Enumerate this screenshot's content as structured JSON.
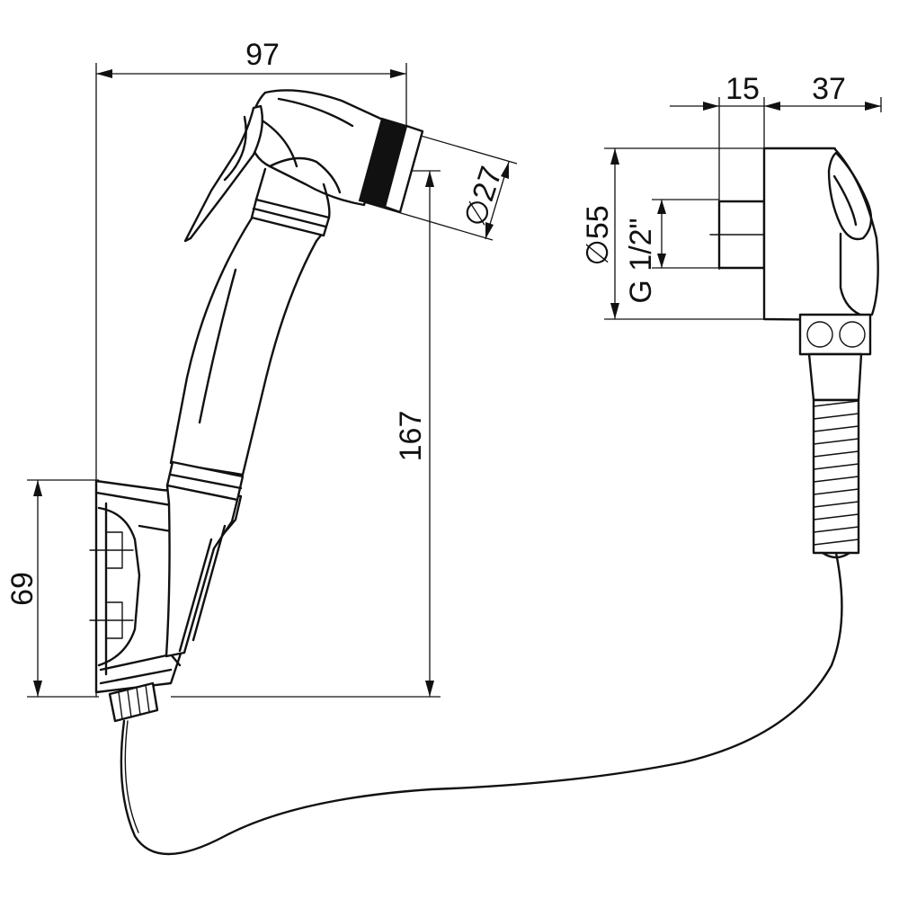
{
  "dimensions": {
    "width_97": "97",
    "height_167": "167",
    "holder_69": "69",
    "nozzle_dia": "∅27",
    "inlet_15": "15",
    "outlet_37": "37",
    "holder_dia": "∅55",
    "thread": "G 1/2\""
  }
}
